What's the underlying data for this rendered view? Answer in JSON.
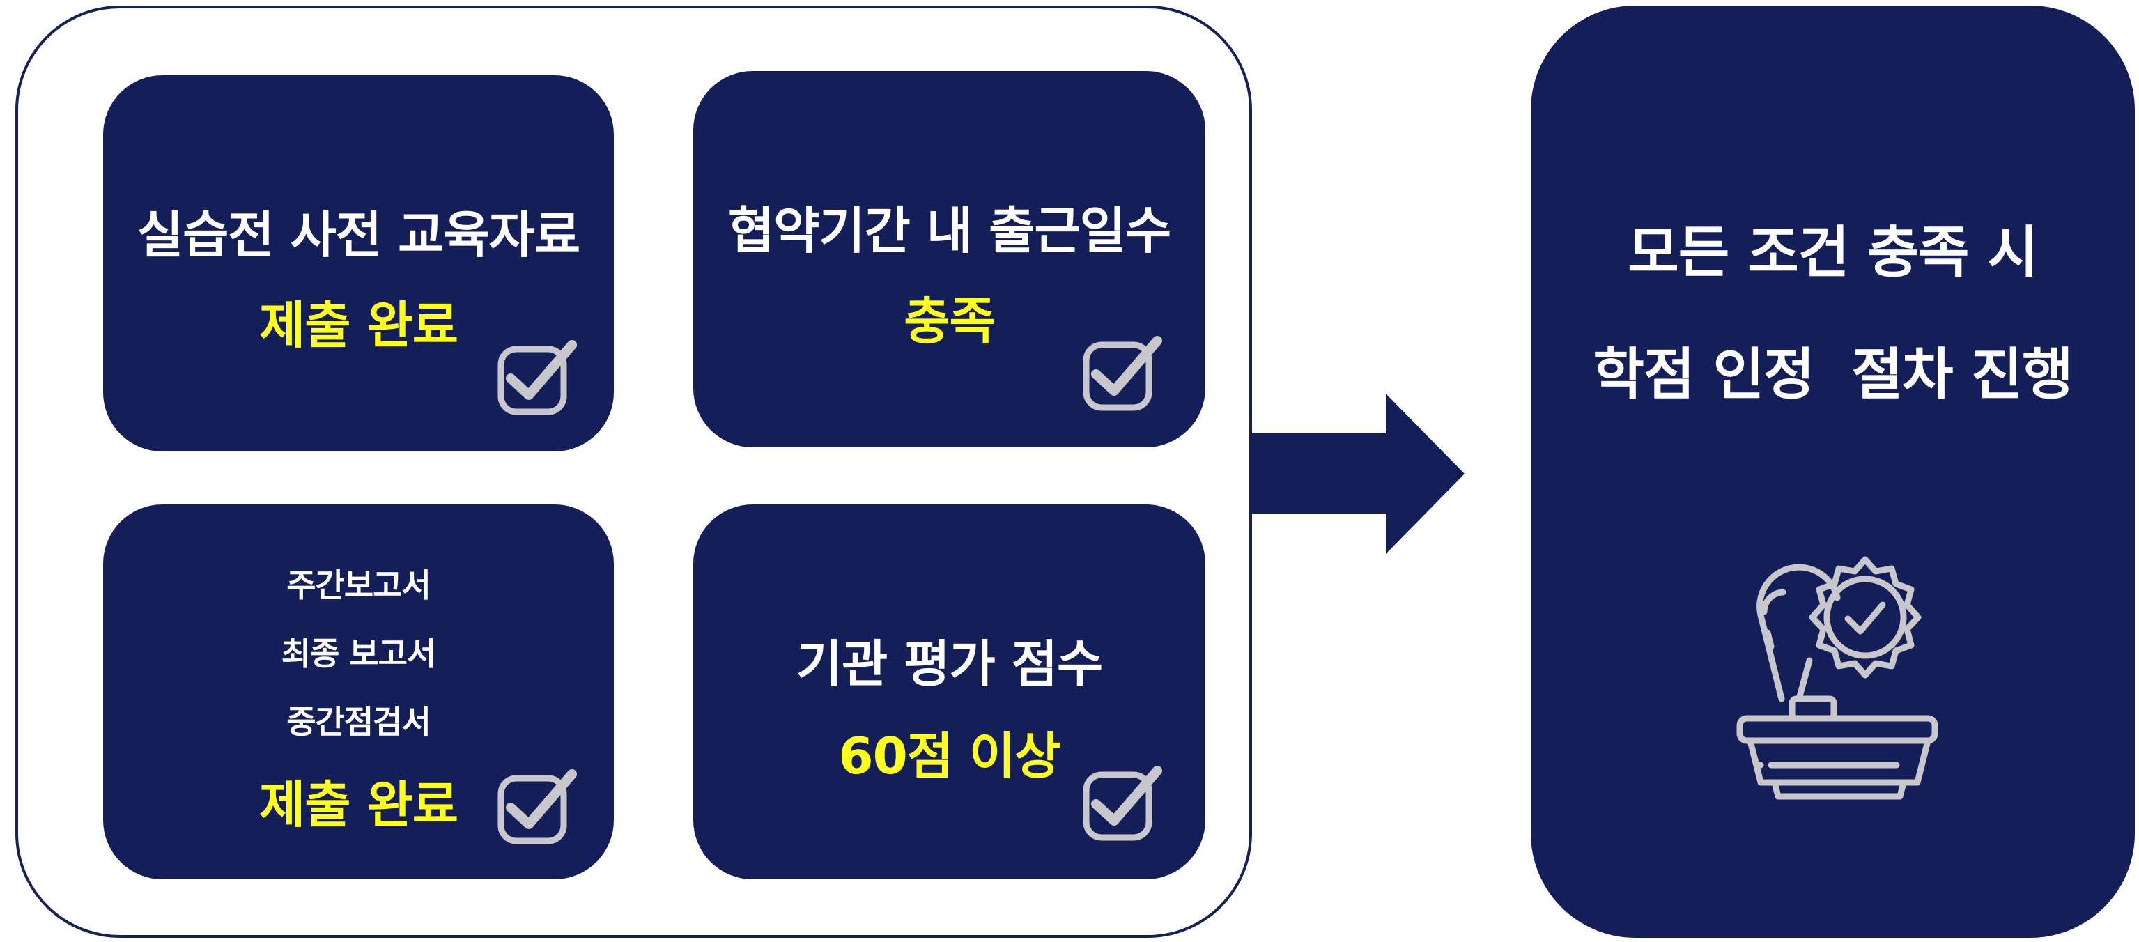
{
  "cards": [
    {
      "title": "실습전 사전 교육자료",
      "status": "제출 완료"
    },
    {
      "title": "협약기간 내 출근일수",
      "status": "충족"
    },
    {
      "lines": [
        "주간보고서",
        "최종 보고서",
        "중간점검서"
      ],
      "status": "제출 완료"
    },
    {
      "title": "기관 평가 점수",
      "status": "60점 이상"
    }
  ],
  "result": {
    "line1": "모든 조건 충족 시",
    "line2": "학점 인정  절차 진행"
  },
  "icons": {
    "check": "checkbox-checked-icon",
    "stamp": "approval-stamp-icon",
    "arrow": "right-arrow-icon"
  },
  "colors": {
    "navy": "#141f5a",
    "highlight": "#ffff1a",
    "icon": "#c8c8cc"
  }
}
